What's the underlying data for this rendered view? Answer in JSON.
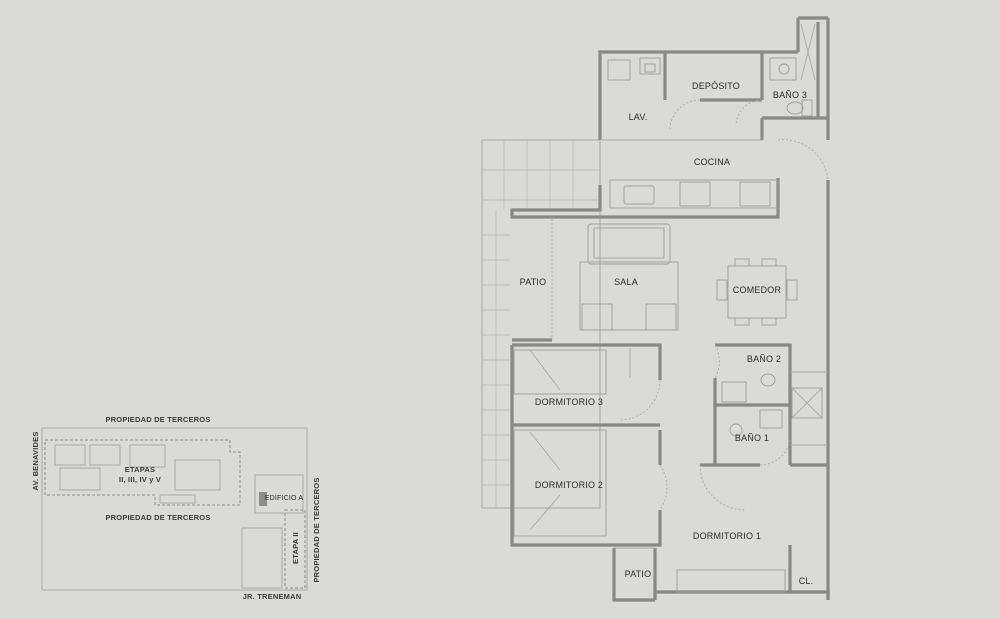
{
  "floorplan": {
    "rooms": {
      "deposito": "DEPÓSITO",
      "bano3": "BAÑO 3",
      "lav": "LAV.",
      "cocina": "COCINA",
      "patio_top": "PATIO",
      "sala": "SALA",
      "comedor": "COMEDOR",
      "bano2": "BAÑO 2",
      "bano1": "BAÑO 1",
      "dormitorio3": "DORMITORIO 3",
      "dormitorio2": "DORMITORIO 2",
      "dormitorio1": "DORMITORIO 1",
      "patio_bottom": "PATIO",
      "closet": "CL."
    }
  },
  "siteplan": {
    "top_neighbor": "PROPIEDAD DE TERCEROS",
    "middle_neighbor": "PROPIEDAD DE TERCEROS",
    "right_neighbor": "PROPIEDAD DE TERCEROS",
    "left_street": "AV. BENAVIDES",
    "bottom_street": "JR. TRENEMAN",
    "etapas_title": "ETAPAS",
    "etapas_list": "II, III, IV y V",
    "edificio": "EDIFICIO A",
    "etapa2": "ETAPA II"
  },
  "colors": {
    "background": "#dcdad4",
    "wall": "#8a8882",
    "highlight": "#8f8d88"
  }
}
